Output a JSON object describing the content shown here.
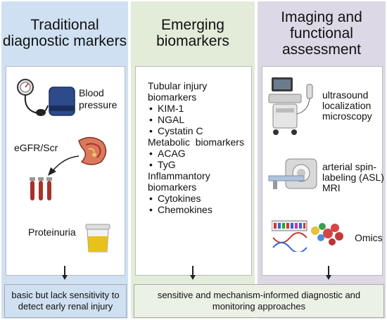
{
  "columns": [
    {
      "header": "Traditional diagnostic markers",
      "items": [
        "Blood pressure",
        "eGFR/Scr",
        "Proteinuria"
      ],
      "icons": [
        "blood-pressure-cuff-icon",
        "kidney-icon",
        "blood-tubes-icon",
        "urine-cup-icon"
      ]
    },
    {
      "header": "Emerging biomarkers",
      "groups": [
        {
          "title": "Tubular injury biomarkers",
          "items": [
            "KIM-1",
            "NGAL",
            "Cystatin C"
          ]
        },
        {
          "title": "Metabolic  biomarkers",
          "items": [
            "ACAG",
            "TyG"
          ]
        },
        {
          "title": "Inflammantory biomarkers",
          "items": [
            "Cytokines",
            "Chemokines"
          ]
        }
      ]
    },
    {
      "header": "Imaging and functional assessment",
      "items": [
        "ultrasound localization microscopy",
        "arterial spin-labeling (ASL) MRI",
        "Omics"
      ],
      "icons": [
        "ultrasound-machine-icon",
        "mri-scanner-icon",
        "dna-protein-icon"
      ]
    }
  ],
  "conclusions": [
    "basic but lack sensitivity to detect early renal injury",
    "sensitive and mechanism-informed diagnostic and monitoring approaches"
  ],
  "colors": {
    "col1": "#cfe0f2",
    "col2": "#e2ecd9",
    "col3": "#ddd8e6",
    "cuff": "#2d4a8a",
    "kidney": "#c85a3c",
    "tube": "#a83228",
    "urine": "#e8c21a"
  }
}
